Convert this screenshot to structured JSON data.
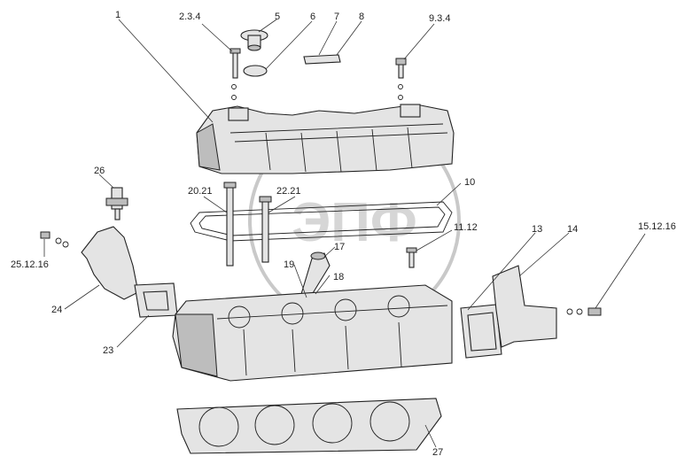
{
  "watermark": {
    "text": "ЭПФ",
    "line1": "",
    "line2": ""
  },
  "callouts": [
    {
      "id": "c1",
      "text": "1"
    },
    {
      "id": "c2",
      "text": "2.3.4"
    },
    {
      "id": "c5",
      "text": "5"
    },
    {
      "id": "c6",
      "text": "6"
    },
    {
      "id": "c7",
      "text": "7"
    },
    {
      "id": "c8",
      "text": "8"
    },
    {
      "id": "c9",
      "text": "9.3.4"
    },
    {
      "id": "c10",
      "text": "10"
    },
    {
      "id": "c11",
      "text": "11.12"
    },
    {
      "id": "c13",
      "text": "13"
    },
    {
      "id": "c14",
      "text": "14"
    },
    {
      "id": "c15",
      "text": "15.12.16"
    },
    {
      "id": "c17",
      "text": "17"
    },
    {
      "id": "c18",
      "text": "18"
    },
    {
      "id": "c19",
      "text": "19"
    },
    {
      "id": "c20",
      "text": "20.21"
    },
    {
      "id": "c22",
      "text": "22.21"
    },
    {
      "id": "c23",
      "text": "23"
    },
    {
      "id": "c24",
      "text": "24"
    },
    {
      "id": "c25",
      "text": "25.12.16"
    },
    {
      "id": "c26",
      "text": "26"
    },
    {
      "id": "c27",
      "text": "27"
    }
  ]
}
